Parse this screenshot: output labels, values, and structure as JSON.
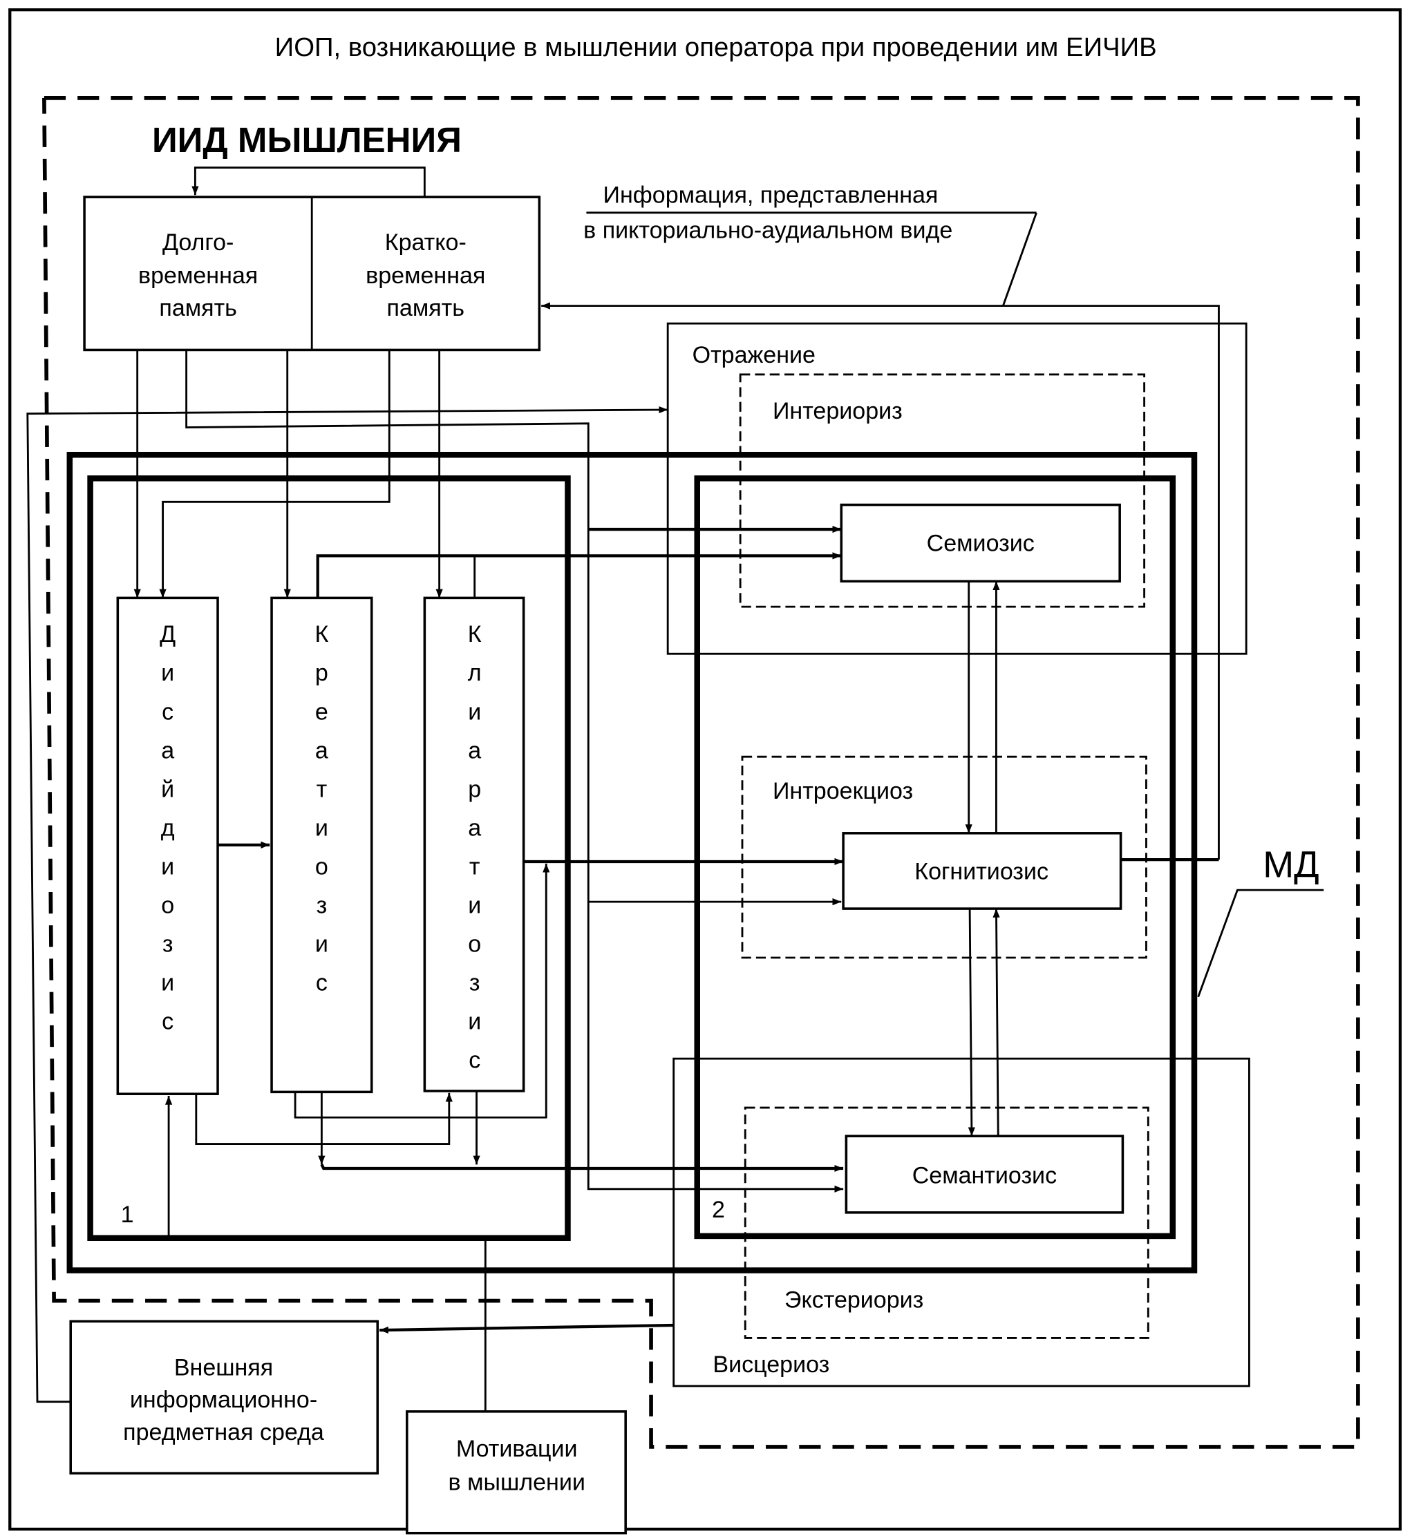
{
  "diagram": {
    "title": "ИОП, возникающие в мышлении оператора при проведении им ЕИЧИВ",
    "heading": "ИИД МЫШЛЕНИЯ",
    "memory": {
      "long_term": [
        "Долго-",
        "временная",
        "память"
      ],
      "short_term": [
        "Кратко-",
        "временная",
        "память"
      ]
    },
    "info_note": [
      "Информация, представленная",
      "в пикториально-аудиальном виде"
    ],
    "block1": {
      "number": "1",
      "columns": [
        {
          "name": "Дисайдиозис",
          "letters": [
            "Д",
            "и",
            "с",
            "а",
            "й",
            "д",
            "и",
            "о",
            "з",
            "и",
            "с"
          ]
        },
        {
          "name": "Креатиозис",
          "letters": [
            "К",
            "р",
            "е",
            "а",
            "т",
            "и",
            "о",
            "з",
            "и",
            "с"
          ]
        },
        {
          "name": "Клиаратиозис",
          "letters": [
            "К",
            "л",
            "и",
            "а",
            "р",
            "а",
            "т",
            "и",
            "о",
            "з",
            "и",
            "с"
          ]
        }
      ]
    },
    "block2": {
      "number": "2",
      "processes": [
        "Семиозис",
        "Когнитиозис",
        "Семантиозис"
      ]
    },
    "regions": {
      "reflection": "Отражение",
      "interioriz": "Интериориз",
      "introekcioz": "Интроекциоз",
      "exterioriz": "Экстериориз",
      "viscerioz": "Висцериоз"
    },
    "md_label": "МД",
    "external_env": [
      "Внешняя",
      "информационно-",
      "предметная среда"
    ],
    "motivation": [
      "Мотивации",
      "в мышлении"
    ]
  }
}
